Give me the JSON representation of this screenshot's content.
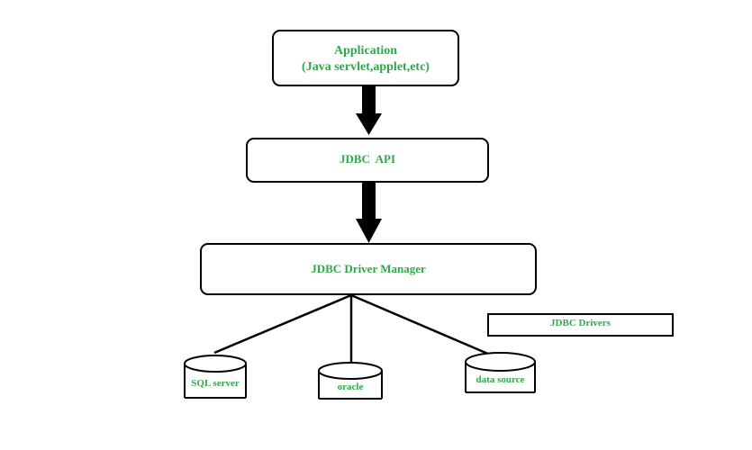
{
  "diagram": {
    "application": {
      "line1": "Application",
      "line2": "(Java servlet,applet,etc)"
    },
    "jdbc_api": {
      "label": "JDBC  API"
    },
    "driver_manager": {
      "label": "JDBC Driver Manager"
    },
    "jdbc_drivers": {
      "label": "JDBC Drivers"
    },
    "databases": [
      {
        "label": "SQL server"
      },
      {
        "label": "oracle"
      },
      {
        "label": "data source"
      }
    ]
  },
  "colors": {
    "text": "#2ea84a",
    "stroke": "#000000",
    "background": "#ffffff"
  }
}
